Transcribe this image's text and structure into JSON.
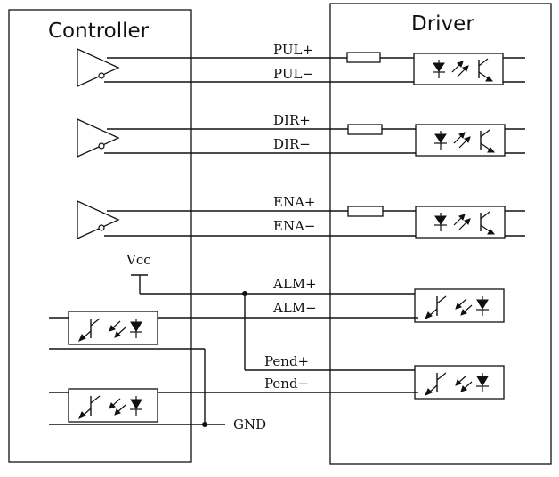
{
  "controller_label": "Controller",
  "driver_label": "Driver",
  "signals": {
    "pul_plus": "PUL+",
    "pul_minus": "PUL−",
    "dir_plus": "DIR+",
    "dir_minus": "DIR−",
    "ena_plus": "ENA+",
    "ena_minus": "ENA−",
    "alm_plus": "ALM+",
    "alm_minus": "ALM−",
    "pend_plus": "Pend+",
    "pend_minus": "Pend−"
  },
  "vcc_label": "Vcc",
  "gnd_label": "GND",
  "icons": {
    "buffer": "line-driver-icon",
    "resistor": "resistor-icon",
    "optocoupler": "optocoupler-icon"
  }
}
